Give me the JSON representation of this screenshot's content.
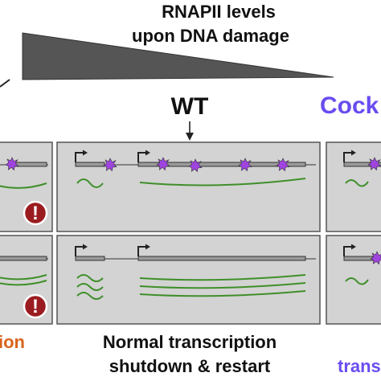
{
  "header": {
    "title_line1": "RNAPII levels",
    "title_line2": "upon DNA damage"
  },
  "labels": {
    "wt": "WT",
    "cockayne_fragment": "Cock",
    "bottom_line1": "Normal transcription",
    "bottom_line2": "shutdown & restart",
    "left_fragment": "ion",
    "right_fragment": "trans"
  },
  "alert_symbol": "!",
  "colors": {
    "panel_fill": "#d3d3d3",
    "panel_border": "#555555",
    "transcript_green": "#3f8f2a",
    "rnapii_star": "#a044e0",
    "alert_red": "#9b1c20",
    "left_label_orange": "#d9641c",
    "cockayne_purple": "#6a4cf0",
    "wedge_gray": "#555555"
  },
  "icons": [
    "promoter-arrow-icon",
    "rnapii-star-icon",
    "alert-icon",
    "down-arrow-icon"
  ]
}
